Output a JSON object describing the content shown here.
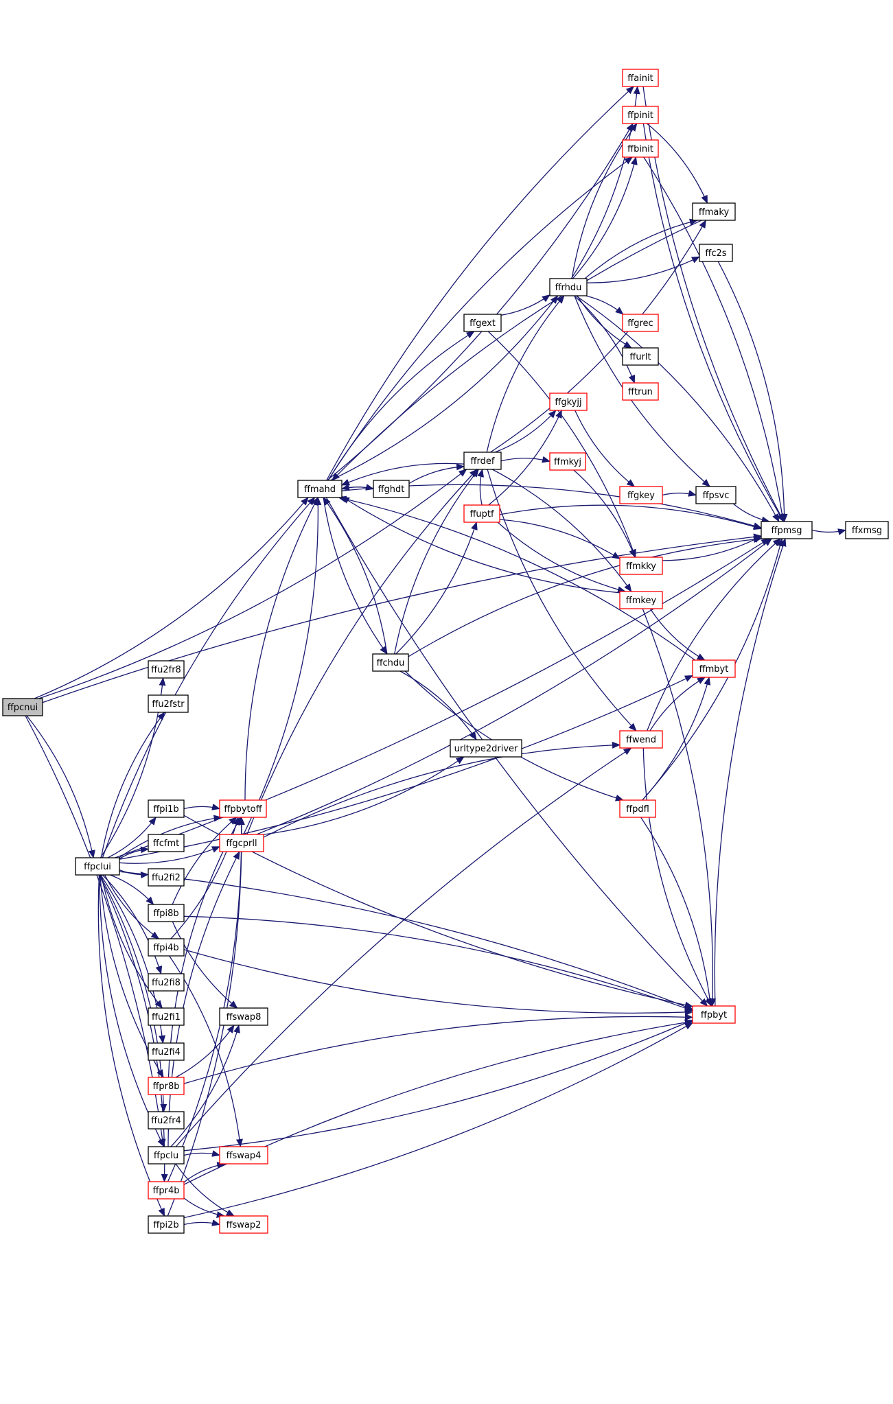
{
  "colors": {
    "edge": "#191970",
    "arrowhead": "#191970",
    "node_border_default": "#000000",
    "node_border_linked": "#ff0000",
    "node_fill_default": "#ffffff",
    "node_fill_root": "#bfbfbf"
  },
  "nodes": [
    {
      "id": "ffpcnui",
      "label": "ffpcnui",
      "style": "root"
    },
    {
      "id": "ffpclui",
      "label": "ffpclui",
      "style": "black"
    },
    {
      "id": "ffmahd",
      "label": "ffmahd",
      "style": "black"
    },
    {
      "id": "ffghdt",
      "label": "ffghdt",
      "style": "black"
    },
    {
      "id": "ffchdu",
      "label": "ffchdu",
      "style": "black"
    },
    {
      "id": "ffgext",
      "label": "ffgext",
      "style": "black"
    },
    {
      "id": "ffrdef",
      "label": "ffrdef",
      "style": "black"
    },
    {
      "id": "ffuptf",
      "label": "ffuptf",
      "style": "red"
    },
    {
      "id": "urltype2driver",
      "label": "urltype2driver",
      "style": "black"
    },
    {
      "id": "ffrhdu",
      "label": "ffrhdu",
      "style": "black"
    },
    {
      "id": "ffainit",
      "label": "ffainit",
      "style": "red"
    },
    {
      "id": "ffpinit",
      "label": "ffpinit",
      "style": "red"
    },
    {
      "id": "ffbinit",
      "label": "ffbinit",
      "style": "red"
    },
    {
      "id": "ffgrec",
      "label": "ffgrec",
      "style": "red"
    },
    {
      "id": "ffurlt",
      "label": "ffurlt",
      "style": "black"
    },
    {
      "id": "fftrun",
      "label": "fftrun",
      "style": "red"
    },
    {
      "id": "ffgkyjj",
      "label": "ffgkyjj",
      "style": "red"
    },
    {
      "id": "ffmkyj",
      "label": "ffmkyj",
      "style": "red"
    },
    {
      "id": "ffgkey",
      "label": "ffgkey",
      "style": "red"
    },
    {
      "id": "ffmkky",
      "label": "ffmkky",
      "style": "red"
    },
    {
      "id": "ffmkey",
      "label": "ffmkey",
      "style": "red"
    },
    {
      "id": "ffmbyt",
      "label": "ffmbyt",
      "style": "red"
    },
    {
      "id": "ffwend",
      "label": "ffwend",
      "style": "red"
    },
    {
      "id": "ffpdfl",
      "label": "ffpdfl",
      "style": "red"
    },
    {
      "id": "ffpbyt",
      "label": "ffpbyt",
      "style": "red"
    },
    {
      "id": "ffmaky",
      "label": "ffmaky",
      "style": "black"
    },
    {
      "id": "ffc2s",
      "label": "ffc2s",
      "style": "black"
    },
    {
      "id": "ffpsvc",
      "label": "ffpsvc",
      "style": "black"
    },
    {
      "id": "ffpmsg",
      "label": "ffpmsg",
      "style": "black"
    },
    {
      "id": "ffxmsg",
      "label": "ffxmsg",
      "style": "black"
    },
    {
      "id": "ffu2fr8",
      "label": "ffu2fr8",
      "style": "black"
    },
    {
      "id": "ffu2fstr",
      "label": "ffu2fstr",
      "style": "black"
    },
    {
      "id": "ffpi1b",
      "label": "ffpi1b",
      "style": "black"
    },
    {
      "id": "ffcfmt",
      "label": "ffcfmt",
      "style": "black"
    },
    {
      "id": "ffu2fi2",
      "label": "ffu2fi2",
      "style": "black"
    },
    {
      "id": "ffpi8b",
      "label": "ffpi8b",
      "style": "black"
    },
    {
      "id": "ffpi4b",
      "label": "ffpi4b",
      "style": "black"
    },
    {
      "id": "ffu2fi8",
      "label": "ffu2fi8",
      "style": "black"
    },
    {
      "id": "ffu2fi1",
      "label": "ffu2fi1",
      "style": "black"
    },
    {
      "id": "ffu2fi4",
      "label": "ffu2fi4",
      "style": "black"
    },
    {
      "id": "ffpr8b",
      "label": "ffpr8b",
      "style": "red"
    },
    {
      "id": "ffu2fr4",
      "label": "ffu2fr4",
      "style": "black"
    },
    {
      "id": "ffpclu",
      "label": "ffpclu",
      "style": "black"
    },
    {
      "id": "ffpr4b",
      "label": "ffpr4b",
      "style": "red"
    },
    {
      "id": "ffpi2b",
      "label": "ffpi2b",
      "style": "black"
    },
    {
      "id": "ffpbytoff",
      "label": "ffpbytoff",
      "style": "red"
    },
    {
      "id": "ffgcprll",
      "label": "ffgcprll",
      "style": "red"
    },
    {
      "id": "ffswap8",
      "label": "ffswap8",
      "style": "black"
    },
    {
      "id": "ffswap4",
      "label": "ffswap4",
      "style": "red"
    },
    {
      "id": "ffswap2",
      "label": "ffswap2",
      "style": "red"
    }
  ],
  "edges": [
    [
      "ffpcnui",
      "ffpclui"
    ],
    [
      "ffpcnui",
      "ffmahd"
    ],
    [
      "ffpcnui",
      "ffpmsg"
    ],
    [
      "ffpcnui",
      "ffrdef"
    ],
    [
      "ffpcnui",
      "ffpclu"
    ],
    [
      "ffpclui",
      "ffu2fr8"
    ],
    [
      "ffpclui",
      "ffu2fstr"
    ],
    [
      "ffpclui",
      "ffpi1b"
    ],
    [
      "ffpclui",
      "ffcfmt"
    ],
    [
      "ffpclui",
      "ffu2fi2"
    ],
    [
      "ffpclui",
      "ffpi8b"
    ],
    [
      "ffpclui",
      "ffpi4b"
    ],
    [
      "ffpclui",
      "ffu2fi8"
    ],
    [
      "ffpclui",
      "ffu2fi1"
    ],
    [
      "ffpclui",
      "ffu2fi4"
    ],
    [
      "ffpclui",
      "ffpr8b"
    ],
    [
      "ffpclui",
      "ffu2fr4"
    ],
    [
      "ffpclui",
      "ffpclu"
    ],
    [
      "ffpclui",
      "ffpr4b"
    ],
    [
      "ffpclui",
      "ffpi2b"
    ],
    [
      "ffpclui",
      "ffpbytoff"
    ],
    [
      "ffpclui",
      "ffgcprll"
    ],
    [
      "ffpclui",
      "ffmahd"
    ],
    [
      "ffpclui",
      "ffmbyt"
    ],
    [
      "ffpclui",
      "ffpbyt"
    ],
    [
      "ffpclui",
      "ffpmsg"
    ],
    [
      "ffmahd",
      "ffghdt"
    ],
    [
      "ffmahd",
      "ffchdu"
    ],
    [
      "ffmahd",
      "ffgext"
    ],
    [
      "ffmahd",
      "ffrhdu"
    ],
    [
      "ffmahd",
      "ffainit"
    ],
    [
      "ffmahd",
      "ffpinit"
    ],
    [
      "ffmahd",
      "ffbinit"
    ],
    [
      "ffmahd",
      "ffpbyt"
    ],
    [
      "ffmahd",
      "ffpmsg"
    ],
    [
      "ffghdt",
      "ffmahd"
    ],
    [
      "ffghdt",
      "ffrdef"
    ],
    [
      "ffchdu",
      "ffmahd"
    ],
    [
      "ffchdu",
      "ffrdef"
    ],
    [
      "ffchdu",
      "ffuptf"
    ],
    [
      "ffchdu",
      "urltype2driver"
    ],
    [
      "ffchdu",
      "ffpdfl"
    ],
    [
      "ffchdu",
      "ffpmsg"
    ],
    [
      "ffgext",
      "ffrhdu"
    ],
    [
      "ffgext",
      "ffmkky"
    ],
    [
      "ffrdef",
      "ffmahd"
    ],
    [
      "ffrdef",
      "ffrhdu"
    ],
    [
      "ffrdef",
      "ffgkyjj"
    ],
    [
      "ffrdef",
      "ffmkyj"
    ],
    [
      "ffrdef",
      "ffwend"
    ],
    [
      "ffrdef",
      "ffmkey"
    ],
    [
      "ffrdef",
      "ffmaky"
    ],
    [
      "ffuptf",
      "ffrdef"
    ],
    [
      "ffuptf",
      "ffgkyjj"
    ],
    [
      "ffuptf",
      "ffmkky"
    ],
    [
      "ffuptf",
      "ffmkey"
    ],
    [
      "ffuptf",
      "ffpmsg"
    ],
    [
      "ffrhdu",
      "ffainit"
    ],
    [
      "ffrhdu",
      "ffpinit"
    ],
    [
      "ffrhdu",
      "ffbinit"
    ],
    [
      "ffrhdu",
      "ffmaky"
    ],
    [
      "ffrhdu",
      "ffc2s"
    ],
    [
      "ffrhdu",
      "ffgrec"
    ],
    [
      "ffrhdu",
      "ffurlt"
    ],
    [
      "ffrhdu",
      "fftrun"
    ],
    [
      "ffrhdu",
      "ffpsvc"
    ],
    [
      "ffrhdu",
      "ffpmsg"
    ],
    [
      "ffainit",
      "ffpmsg"
    ],
    [
      "ffpinit",
      "ffmaky"
    ],
    [
      "ffpinit",
      "ffpmsg"
    ],
    [
      "ffbinit",
      "ffpmsg"
    ],
    [
      "ffmaky",
      "ffmahd"
    ],
    [
      "ffc2s",
      "ffpmsg"
    ],
    [
      "ffgkyjj",
      "ffgkey"
    ],
    [
      "ffgkey",
      "ffpsvc"
    ],
    [
      "ffpsvc",
      "ffpmsg"
    ],
    [
      "ffmkyj",
      "ffmkky"
    ],
    [
      "ffmkky",
      "ffpmsg"
    ],
    [
      "ffmkey",
      "ffmahd"
    ],
    [
      "ffmkey",
      "ffmbyt"
    ],
    [
      "ffmkey",
      "ffpbyt"
    ],
    [
      "ffmbyt",
      "ffmahd"
    ],
    [
      "ffwend",
      "ffmbyt"
    ],
    [
      "ffwend",
      "ffpbyt"
    ],
    [
      "ffwend",
      "ffpmsg"
    ],
    [
      "ffpdfl",
      "ffmbyt"
    ],
    [
      "ffpdfl",
      "ffpbyt"
    ],
    [
      "ffpdfl",
      "ffpmsg"
    ],
    [
      "ffpbyt",
      "ffpmsg"
    ],
    [
      "ffpmsg",
      "ffxmsg"
    ],
    [
      "ffpi1b",
      "ffpbytoff"
    ],
    [
      "ffpi1b",
      "ffpbyt"
    ],
    [
      "ffpi8b",
      "ffpbytoff"
    ],
    [
      "ffpi8b",
      "ffswap8"
    ],
    [
      "ffpi8b",
      "ffpbyt"
    ],
    [
      "ffpi4b",
      "ffpbytoff"
    ],
    [
      "ffpi4b",
      "ffswap4"
    ],
    [
      "ffpi4b",
      "ffpbyt"
    ],
    [
      "ffpr8b",
      "ffpbytoff"
    ],
    [
      "ffpr8b",
      "ffswap8"
    ],
    [
      "ffpr8b",
      "ffpbyt"
    ],
    [
      "ffpr4b",
      "ffpbytoff"
    ],
    [
      "ffpr4b",
      "ffswap4"
    ],
    [
      "ffpr4b",
      "ffswap2"
    ],
    [
      "ffpr4b",
      "ffpbyt"
    ],
    [
      "ffpi2b",
      "ffpbytoff"
    ],
    [
      "ffpi2b",
      "ffswap2"
    ],
    [
      "ffpi2b",
      "ffpbyt"
    ],
    [
      "ffpclu",
      "ffgcprll"
    ],
    [
      "ffpclu",
      "ffswap8"
    ],
    [
      "ffpclu",
      "ffswap4"
    ],
    [
      "ffpclu",
      "ffswap2"
    ],
    [
      "ffpclu",
      "ffwend"
    ],
    [
      "ffpclu",
      "ffpbyt"
    ],
    [
      "ffpbytoff",
      "ffmahd"
    ],
    [
      "ffgcprll",
      "ffmahd"
    ],
    [
      "ffgcprll",
      "ffrdef"
    ],
    [
      "ffgcprll",
      "urltype2driver"
    ],
    [
      "ffgcprll",
      "ffwend"
    ],
    [
      "ffgcprll",
      "ffpmsg"
    ]
  ]
}
